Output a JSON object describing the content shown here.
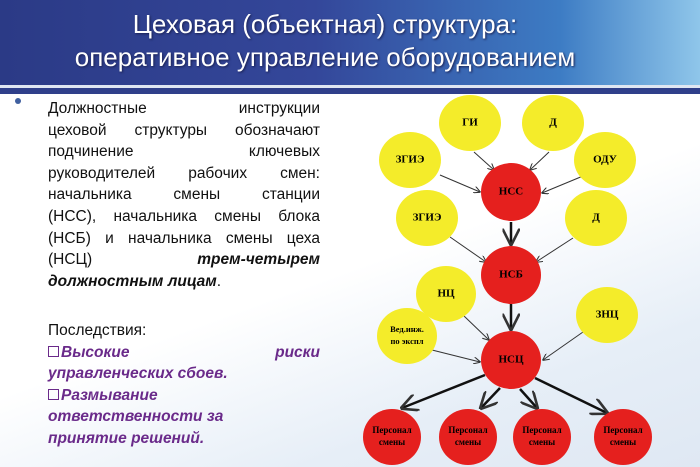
{
  "title": {
    "line1": "Цеховая (объектная) структура:",
    "line2": "оперативное управление оборудованием"
  },
  "body": {
    "lines": [
      "Должностные инструкции",
      "цеховой структуры обозначают",
      "подчинение ключевых",
      "руководителей рабочих смен:",
      "начальника смены станции",
      "(НСС), начальника смены блока",
      "(НСБ) и начальника смены цеха"
    ],
    "line8_a": "(НСЦ)",
    "line8_b": "трем-четырем",
    "line9_a": "должностным лицам",
    "line9_b": ".",
    "consequences_label": "Последствия:",
    "items": [
      {
        "l1": "Высокие риски",
        "l2": "управленческих сбоев."
      },
      {
        "l1": "Размывание",
        "l2": "ответственности за",
        "l3": "принятие решений."
      }
    ]
  },
  "diagram": {
    "nodes": {
      "gi": "ГИ",
      "d1": "Д",
      "zgie1": "ЗГИЭ",
      "odu": "ОДУ",
      "nss": "НСС",
      "zgie2": "ЗГИЭ",
      "d2": "Д",
      "nsb": "НСБ",
      "nc": "НЦ",
      "znc": "ЗНЦ",
      "ved1": "Вед.инж.",
      "ved2": "по экспл",
      "nsc": "НСЦ",
      "p1": "Персонал",
      "p2": "смены"
    },
    "colors": {
      "yellow": "#f4ec2a",
      "red": "#e5201e"
    }
  }
}
